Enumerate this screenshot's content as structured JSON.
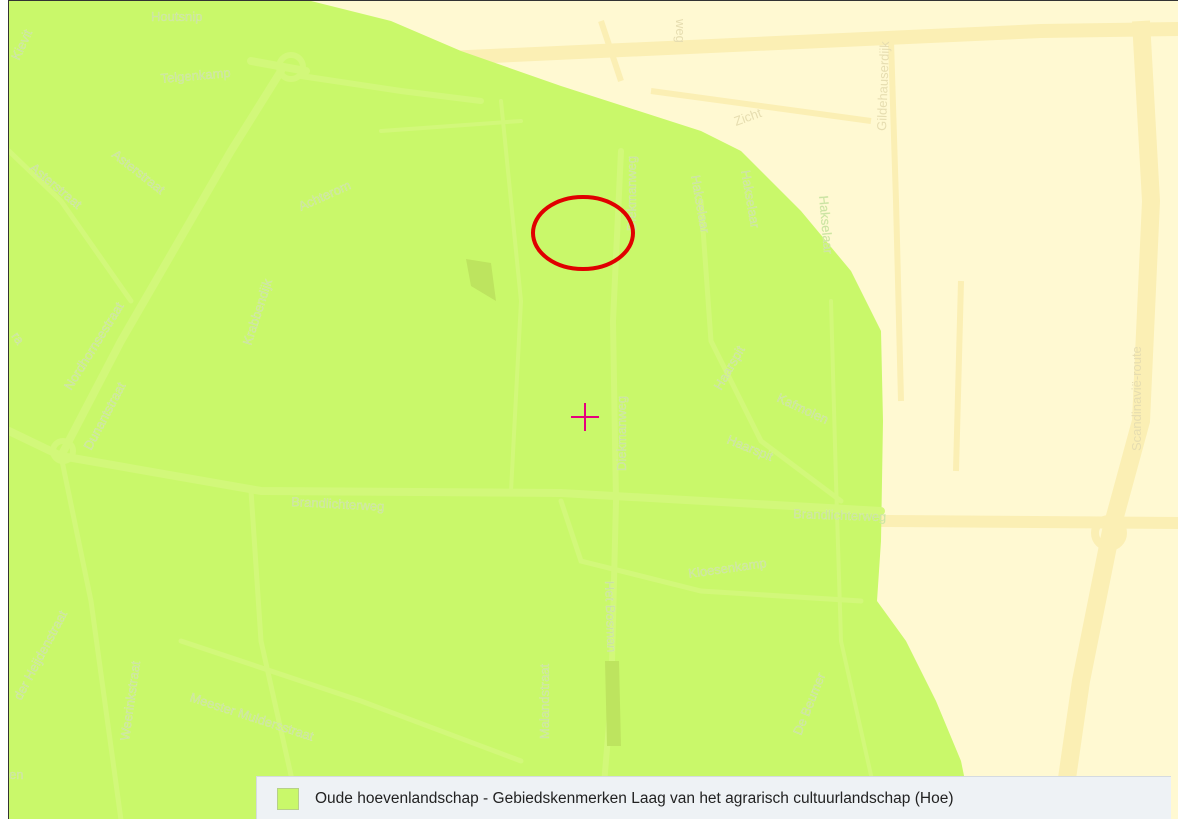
{
  "map": {
    "colors": {
      "base": "#fff9d2",
      "base_road": "#fbefb4",
      "overlay": "#c9f86a",
      "overlay_road": "#d2f87a",
      "marker_circle": "#e00000",
      "crosshair": "#e6007e"
    },
    "streets": {
      "houtsnip": "Houtsnip",
      "telgenkamp": "Telgenkamp",
      "kievit": "Kievit",
      "asterstraat_1": "Asterstraat",
      "asterstraat_2": "Asterstraat",
      "achterom": "Achterom",
      "nordhornsestraat": "Nordhornsestraat",
      "krabbendijk": "Krabbendijk",
      "dunantstraat": "Dunantstraat",
      "brandlichterweg_1": "Brandlichterweg",
      "brandlichterweg_2": "Brandlichterweg",
      "diekmanweg_1": "Diekmanweg",
      "diekmanweg_2": "Diekmanweg",
      "hakselaar_1": "Hakselaar",
      "hakselaar_2": "Hakselaar",
      "hakselaar_3": "Hakselaar",
      "haarspit_1": "Haarspit",
      "haarspit_2": "Haarspit",
      "kafmolen": "Kafmolen",
      "kloesenkamp": "Kloesenkamp",
      "het_bosman": "Het Bosman",
      "malandstraat": "Malandstraat",
      "de_beumer": "De Beumer",
      "meester_muldersstraat": "Meester Muldersstraat",
      "weerinkstraat": "Weerinkstraat",
      "der_heijdenstraat": "der Heijdenstraat",
      "zicht": "Zicht",
      "gildehauserdijk": "Gildehauserdijk",
      "scandinavie_route": "Scandinavië-route",
      "ra": "ra",
      "en": "en",
      "weg": "weg"
    }
  },
  "legend": {
    "swatch_color": "#c9f86a",
    "label": "Oude hoevenlandschap - Gebiedskenmerken Laag van het agrarisch cultuurlandschap (Hoe)"
  }
}
